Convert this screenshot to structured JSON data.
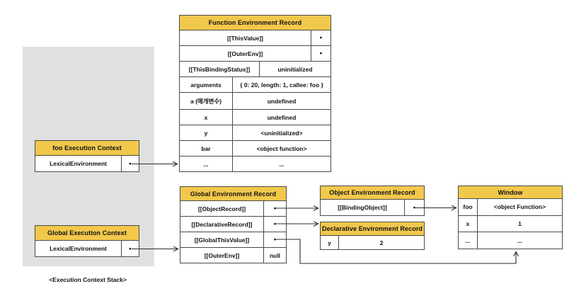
{
  "caption": "<Execution Context Stack>",
  "colors": {
    "header_yellow": "#F2C84C",
    "stack_background": "#E0E0E0",
    "border": "#4a4a4a",
    "arrow": "#2b2b2b",
    "text": "#111111"
  },
  "glyphs": {
    "pointer_dot": "●"
  },
  "function_env_record": {
    "title": "Function Environment Record",
    "rows": [
      {
        "label": "[[ThisValue]]"
      },
      {
        "label": "[[OuterEnv]]"
      },
      {
        "label": "[[ThisBindingStatus]]",
        "value": "uninitialized"
      },
      {
        "label": "arguments",
        "value": "{ 0: 20, length: 1, callee: foo }"
      },
      {
        "label": "a (매개변수)",
        "value": "undefined"
      },
      {
        "label": "x",
        "value": "undefined"
      },
      {
        "label": "y",
        "value": "<uninitialized>"
      },
      {
        "label": "bar",
        "value": "<object function>"
      },
      {
        "label": "...",
        "value": "..."
      }
    ]
  },
  "foo_execution_context": {
    "title": "foo Execution Context",
    "rows": [
      {
        "label": "LexicalEnvironment"
      }
    ]
  },
  "global_execution_context": {
    "title": "Global Execution Context",
    "rows": [
      {
        "label": "LexicalEnvironment"
      }
    ]
  },
  "global_env_record": {
    "title": "Global Environment Record",
    "rows": [
      {
        "label": "[[ObjectRecord]]"
      },
      {
        "label": "[[DeclarativeRecord]]"
      },
      {
        "label": "[[GlobalThisValue]]"
      },
      {
        "label": "[[OuterEnv]]",
        "value": "null"
      }
    ]
  },
  "object_env_record": {
    "title": "Object Environment Record",
    "rows": [
      {
        "label": "[[BindingObject]]"
      }
    ]
  },
  "declarative_env_record": {
    "title": "Declarative Environment Record",
    "rows": [
      {
        "label": "y",
        "value": "2"
      }
    ]
  },
  "window_object": {
    "title": "Window",
    "rows": [
      {
        "label": "foo",
        "value": "<object Function>"
      },
      {
        "label": "x",
        "value": "1"
      },
      {
        "label": "...",
        "value": "..."
      }
    ]
  }
}
